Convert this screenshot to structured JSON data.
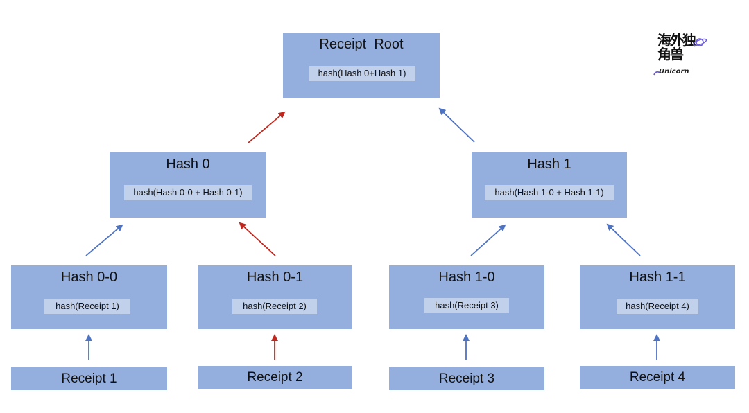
{
  "root": {
    "title": "Receipt  Root",
    "formula": "hash(Hash 0+Hash 1)"
  },
  "level1": [
    {
      "title": "Hash 0",
      "formula": "hash(Hash 0-0 + Hash 0-1)"
    },
    {
      "title": "Hash 1",
      "formula": "hash(Hash 1-0 + Hash 1-1)"
    }
  ],
  "level2": [
    {
      "title": "Hash 0-0",
      "formula": "hash(Receipt 1)"
    },
    {
      "title": "Hash 0-1",
      "formula": "hash(Receipt 2)"
    },
    {
      "title": "Hash 1-0",
      "formula": "hash(Receipt 3)"
    },
    {
      "title": "Hash 1-1",
      "formula": "hash(Receipt 4)"
    }
  ],
  "leaves": [
    {
      "title": "Receipt 1"
    },
    {
      "title": "Receipt 2"
    },
    {
      "title": "Receipt 3"
    },
    {
      "title": "Receipt 4"
    }
  ],
  "logo": {
    "glyphs": "海外独角兽",
    "word": "Unicorn",
    "icon": "planet-icon"
  },
  "colors": {
    "node_fill": "#94aedd",
    "formula_fill": "#c1d1ec",
    "arrow_default": "#4f73c3",
    "arrow_highlight": "#c0281f"
  },
  "highlight_path": [
    "Receipt 2",
    "Hash 0-1",
    "Hash 0",
    "Receipt  Root"
  ]
}
